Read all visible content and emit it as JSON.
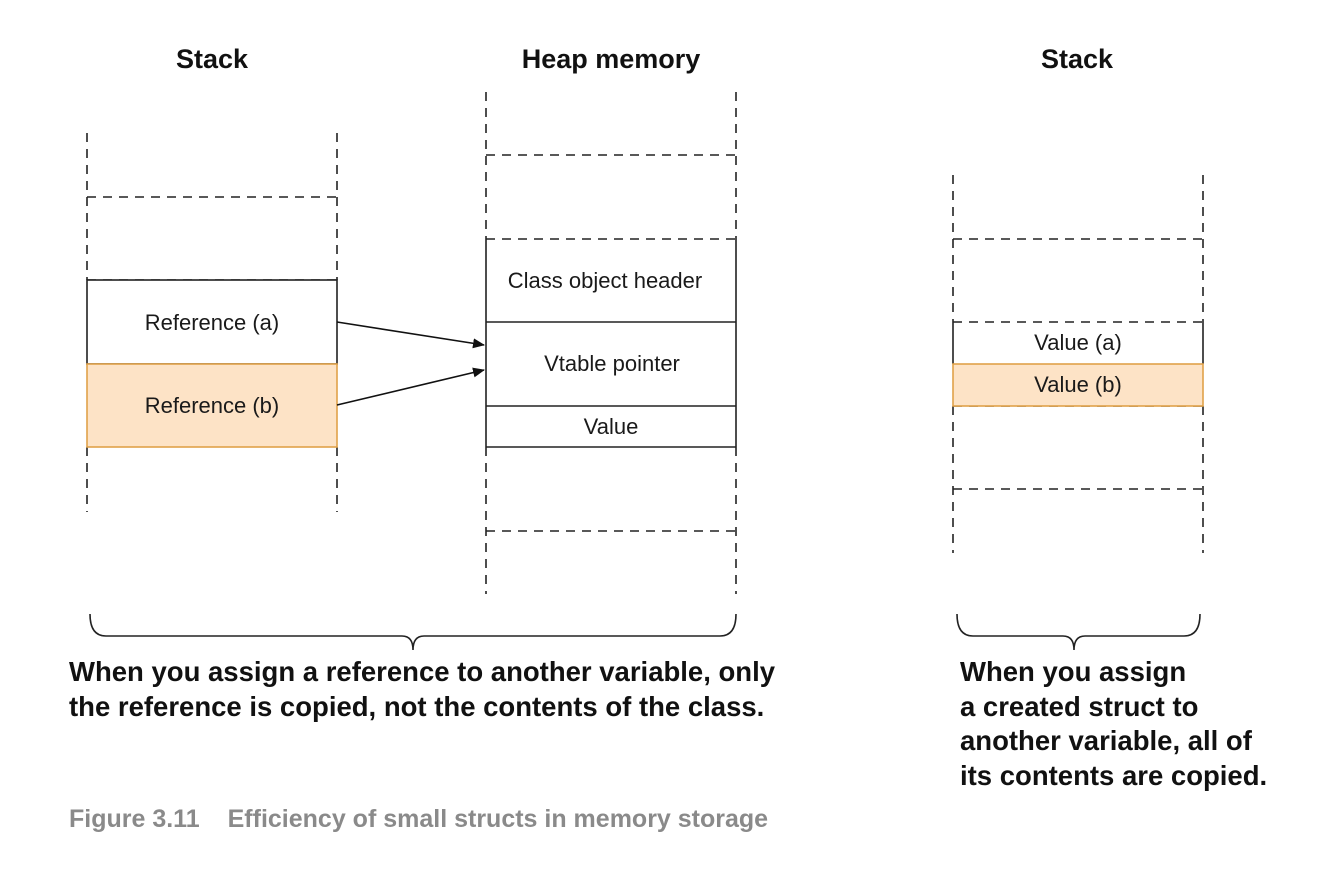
{
  "headers": {
    "left_stack": "Stack",
    "heap": "Heap memory",
    "right_stack": "Stack"
  },
  "left_stack": {
    "reference_a": "Reference (a)",
    "reference_b": "Reference (b)"
  },
  "heap": {
    "class_object_header": "Class object header",
    "vtable_pointer": "Vtable pointer",
    "value": "Value"
  },
  "right_stack": {
    "value_a": "Value (a)",
    "value_b": "Value (b)"
  },
  "notes": {
    "class_lines": [
      "When you assign a reference to another variable, only",
      "the reference is copied, not the contents of the class."
    ],
    "struct_lines": [
      "When you assign",
      "a created struct to",
      "another variable, all of",
      "its contents are copied."
    ]
  },
  "caption": {
    "number": "Figure 3.11",
    "text": "Efficiency of small structs in memory storage"
  },
  "colors": {
    "highlight_fill": "#fde3c6",
    "highlight_border": "#e0a24a",
    "line": "#222222",
    "caption": "#8a8a8a"
  }
}
